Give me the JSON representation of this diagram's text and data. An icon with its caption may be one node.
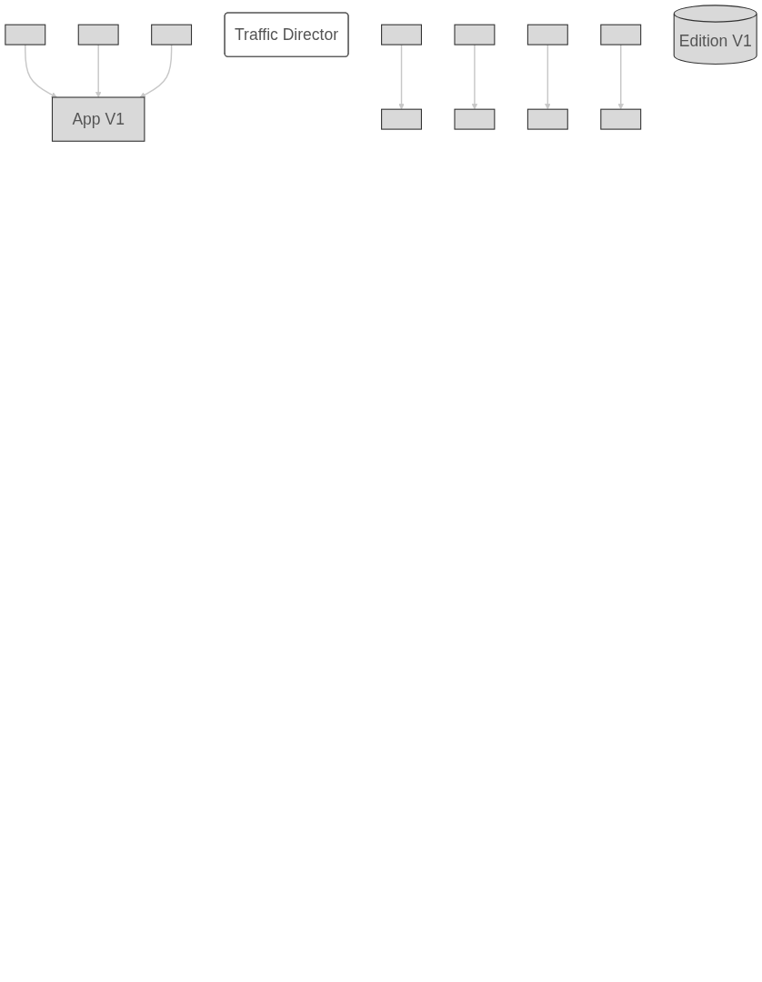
{
  "diagram": {
    "nodes": [
      {
        "text": [],
        "shape": "box"
      },
      {
        "text": [],
        "shape": "box"
      },
      {
        "text": [],
        "shape": "box"
      },
      {
        "text": [
          "Traffic Director"
        ]
      },
      {
        "text": [
          "App V1"
        ]
      },
      {
        "text": [],
        "shape": "box"
      },
      {
        "text": [],
        "shape": "box"
      },
      {
        "text": [],
        "shape": "box"
      },
      {
        "text": [],
        "shape": "box"
      },
      {
        "text": [],
        "shape": "box"
      },
      {
        "text": [],
        "shape": "box"
      },
      {
        "text": [],
        "shape": "box"
      },
      {
        "text": [],
        "shape": "box"
      },
      {
        "text": [
          "Edition V1"
        ]
      }
    ],
    "edges": [
      {
        "from": 0,
        "to": 4,
        "arrow": "to"
      },
      {
        "from": 1,
        "to": 4,
        "arrow": "to"
      },
      {
        "from": 2,
        "to": 4,
        "arrow": "to"
      },
      {
        "from": 5,
        "to": 9,
        "arrow": "to"
      },
      {
        "from": 6,
        "to": 10,
        "arrow": "to"
      },
      {
        "from": 7,
        "to": 11,
        "arrow": "to"
      },
      {
        "from": 8,
        "to": 12,
        "arrow": "to"
      }
    ]
  }
}
